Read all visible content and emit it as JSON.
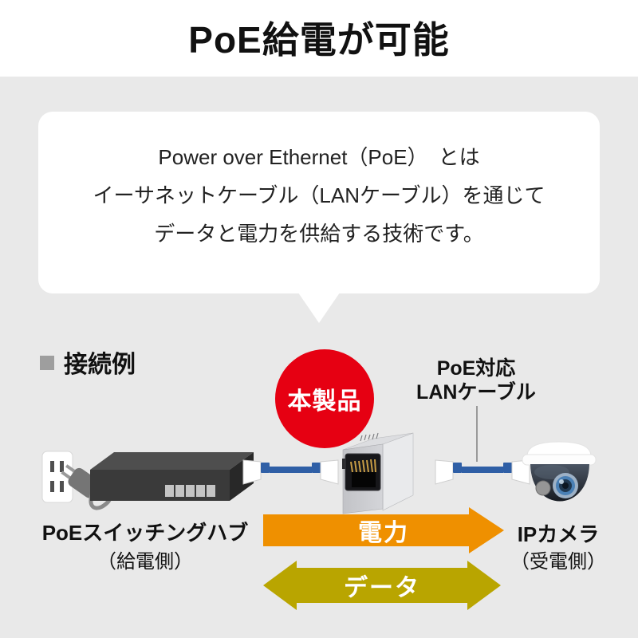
{
  "title": "PoE給電が可能",
  "bubble": {
    "line1": "Power over Ethernet（PoE）　とは",
    "line2": "イーサネットケーブル（LANケーブル）を通じて",
    "line3": "データと電力を供給する技術です。"
  },
  "section": {
    "heading": "接続例"
  },
  "diagram": {
    "product_badge": "本製品",
    "cable_note_line1": "PoE対応",
    "cable_note_line2": "LANケーブル",
    "hub_label": "PoEスイッチングハブ",
    "hub_sublabel": "（給電側）",
    "camera_label": "IPカメラ",
    "camera_sublabel": "（受電側）",
    "power_arrow_label": "電力",
    "data_arrow_label": "データ"
  },
  "colors": {
    "background_band": "#e9e9e9",
    "accent_red": "#e60012",
    "power_orange": "#ef9000",
    "data_olive": "#b9a500",
    "cable_blue": "#2f5fa6"
  }
}
